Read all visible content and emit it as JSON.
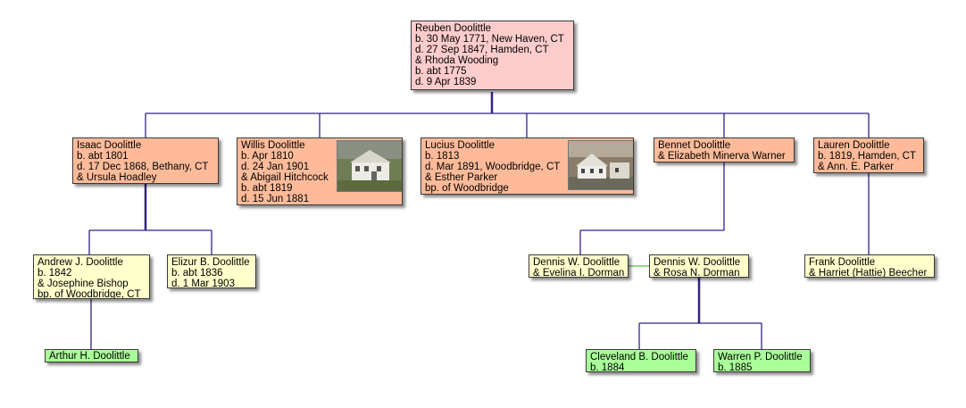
{
  "colors": {
    "generation_1": "#ffcccc",
    "generation_2": "#ffbb99",
    "generation_3": "#ffffcc",
    "generation_4": "#aaff99",
    "connector": "#332288",
    "spouse_connector": "#55bb44"
  },
  "people": {
    "reuben": [
      "Reuben Doolittle",
      "b. 30 May 1771, New Haven, CT",
      "d. 27 Sep 1847, Hamden, CT",
      "& Rhoda Wooding",
      "b. abt 1775",
      "d. 9 Apr 1839"
    ],
    "isaac": [
      "Isaac Doolittle",
      "b. abt 1801",
      "d. 17 Dec 1868, Bethany, CT",
      "& Ursula Hoadley"
    ],
    "willis": [
      "Willis Doolittle",
      "b. Apr 1810",
      "d. 24 Jan 1901",
      "& Abigail Hitchcock",
      "b. abt 1819",
      "d. 15 Jun 1881"
    ],
    "lucius": [
      "Lucius Doolittle",
      "b. 1813",
      "d. Mar 1891, Woodbridge, CT",
      "& Esther Parker",
      "bp. of Woodbridge"
    ],
    "bennet": [
      "Bennet Doolittle",
      "& Elizabeth Minerva Warner"
    ],
    "lauren": [
      "Lauren Doolittle",
      "b. 1819, Hamden, CT",
      "& Ann. E. Parker"
    ],
    "andrew": [
      "Andrew J. Doolittle",
      "b. 1842",
      "& Josephine Bishop",
      "bp. of Woodbridge, CT"
    ],
    "elizur": [
      "Elizur B. Doolittle",
      "b. abt 1836",
      "d. 1 Mar 1903"
    ],
    "dennis1": [
      "Dennis W. Doolittle",
      "& Evelina I. Dorman"
    ],
    "dennis2": [
      "Dennis W. Doolittle",
      "& Rosa N. Dorman"
    ],
    "frank": [
      "Frank Doolittle",
      "& Harriet (Hattie) Beecher"
    ],
    "arthur": [
      "Arthur H. Doolittle"
    ],
    "cleveland": [
      "Cleveland B. Doolittle",
      "b. 1884"
    ],
    "warren": [
      "Warren P. Doolittle",
      "b. 1885"
    ]
  }
}
